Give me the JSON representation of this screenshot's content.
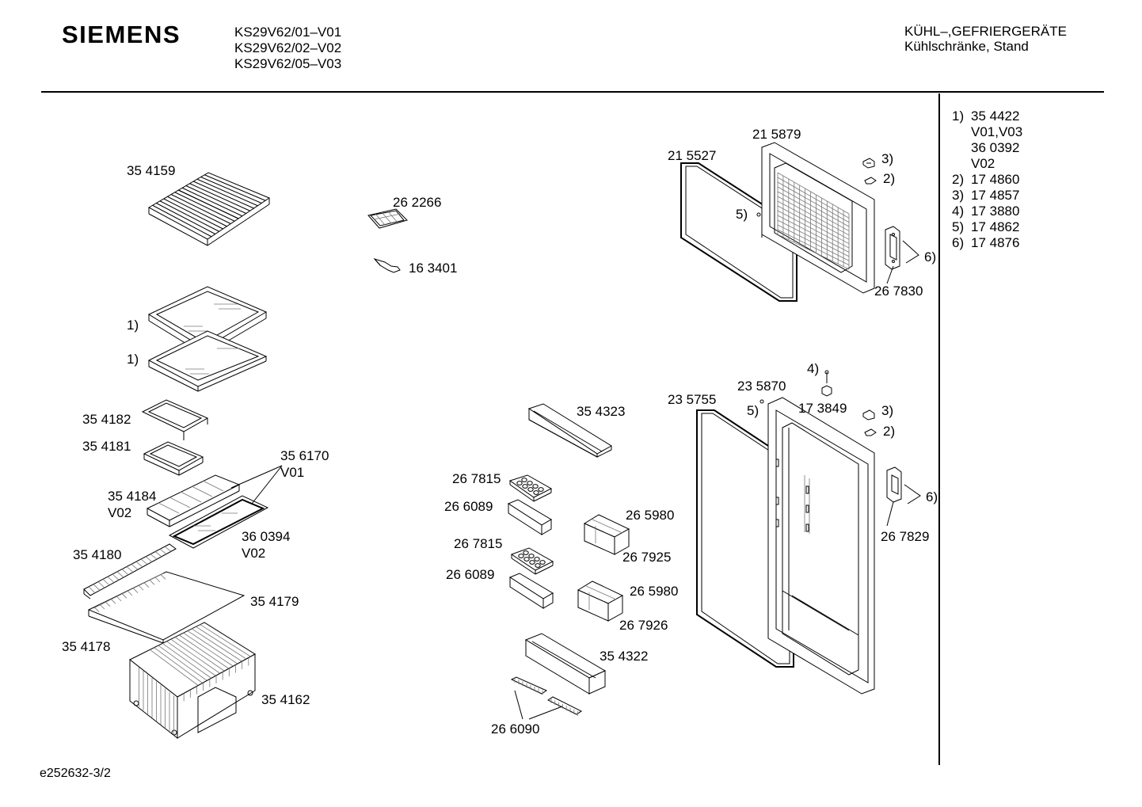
{
  "header": {
    "brand": "SIEMENS",
    "models": [
      "KS29V62/01–V01",
      "KS29V62/02–V02",
      "KS29V62/05–V03"
    ],
    "category_line1": "KÜHL–,GEFRIERGERÄTE",
    "category_line2": "Kühlschränke, Stand"
  },
  "legend": [
    {
      "key": "1)",
      "value": "35 4422"
    },
    {
      "key": "",
      "value": "V01,V03"
    },
    {
      "key": "",
      "value": "36 0392"
    },
    {
      "key": "",
      "value": "V02"
    },
    {
      "key": "2)",
      "value": "17 4860"
    },
    {
      "key": "3)",
      "value": "17 4857"
    },
    {
      "key": "4)",
      "value": "17 3880"
    },
    {
      "key": "5)",
      "value": "17 4862"
    },
    {
      "key": "6)",
      "value": "17  4876"
    }
  ],
  "labels": {
    "p354159": "35 4159",
    "p262266": "26 2266",
    "p163401": "16 3401",
    "ref1a": "1)",
    "ref1b": "1)",
    "p354182": "35 4182",
    "p354181": "35 4181",
    "p356170": "35 6170",
    "v01": "V01",
    "p354184": "35 4184",
    "v02a": "V02",
    "p360394": "36 0394",
    "v02b": "V02",
    "p354180": "35 4180",
    "p354179": "35 4179",
    "p354178": "35 4178",
    "p354162": "35 4162",
    "p354323": "35 4323",
    "p267815a": "26 7815",
    "p266089a": "26 6089",
    "p265980a": "26 5980",
    "p267815b": "26 7815",
    "p267925": "26 7925",
    "p266089b": "26 6089",
    "p265980b": "26 5980",
    "p267926": "26 7926",
    "p354322": "35 4322",
    "p266090": "26 6090",
    "p215879": "21 5879",
    "p215527": "21 5527",
    "ref3a": "3)",
    "ref2a": "2)",
    "ref5a": "5)",
    "ref6a": "6)",
    "p267830": "26 7830",
    "ref4": "4)",
    "p235870": "23 5870",
    "p235755": "23 5755",
    "ref5b": "5)",
    "p173849": "17 3849",
    "ref3b": "3)",
    "ref2b": "2)",
    "ref6b": "6)",
    "p267829": "26 7829"
  },
  "footer": "e252632-3/2"
}
